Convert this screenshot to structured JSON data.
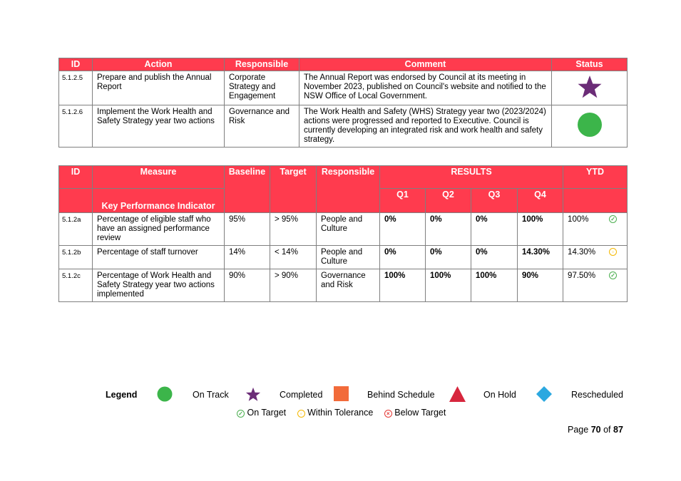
{
  "table1": {
    "headers": [
      "ID",
      "Action",
      "Responsible",
      "Comment",
      "Status"
    ],
    "rows": [
      {
        "id": "5.1.2.5",
        "action": "Prepare and publish the Annual Report",
        "responsible": "Corporate Strategy and Engagement",
        "comment": "The Annual Report was endorsed by Council at its meeting in November 2023, published on Council's website and notified to the NSW Office of Local Government.",
        "status": "Completed"
      },
      {
        "id": "5.1.2.6",
        "action": "Implement the Work Health and Safety Strategy year two actions",
        "responsible": "Governance and Risk",
        "comment": "The Work Health and Safety (WHS) Strategy year two (2023/2024) actions were progressed and reported to Executive. Council is currently developing an integrated risk and work health and safety strategy.",
        "status": "On Track"
      }
    ]
  },
  "table2": {
    "headers": {
      "id": "ID",
      "measure": "Measure",
      "baseline": "Baseline",
      "target": "Target",
      "responsible": "Responsible",
      "results": "RESULTS",
      "ytd": "YTD",
      "kpi": "Key Performance Indicator",
      "q1": "Q1",
      "q2": "Q2",
      "q3": "Q3",
      "q4": "Q4"
    },
    "rows": [
      {
        "id": "5.1.2a",
        "measure": "Percentage of eligible staff who have an assigned performance review",
        "baseline": "95%",
        "target": "> 95%",
        "responsible": "People and Culture",
        "q1": "0%",
        "q2": "0%",
        "q3": "0%",
        "q4": "100%",
        "ytd": "100%",
        "ytd_status": "On Target"
      },
      {
        "id": "5.1.2b",
        "measure": "Percentage of staff turnover",
        "baseline": "14%",
        "target": "< 14%",
        "responsible": "People and Culture",
        "q1": "0%",
        "q2": "0%",
        "q3": "0%",
        "q4": "14.30%",
        "ytd": "14.30%",
        "ytd_status": "Within Tolerance"
      },
      {
        "id": "5.1.2c",
        "measure": "Percentage of Work Health and Safety Strategy year two actions implemented",
        "baseline": "90%",
        "target": "> 90%",
        "responsible": "Governance and Risk",
        "q1": "100%",
        "q2": "100%",
        "q3": "100%",
        "q4": "90%",
        "ytd": "97.50%",
        "ytd_status": "On Target"
      }
    ]
  },
  "legend": {
    "title": "Legend",
    "items": [
      "On Track",
      "Completed",
      "Behind Schedule",
      "On Hold",
      "Rescheduled"
    ],
    "kpi_items": [
      "On Target",
      "Within Tolerance",
      "Below Target"
    ]
  },
  "footer": {
    "prefix": "Page",
    "page": "70",
    "of": "of",
    "total": "87"
  },
  "colors": {
    "header": "#ff3b4e",
    "on_track": "#3cb54a",
    "completed": "#6b2c77",
    "behind": "#f26b3a",
    "on_hold": "#d7263d",
    "rescheduled": "#2ba8e0"
  }
}
